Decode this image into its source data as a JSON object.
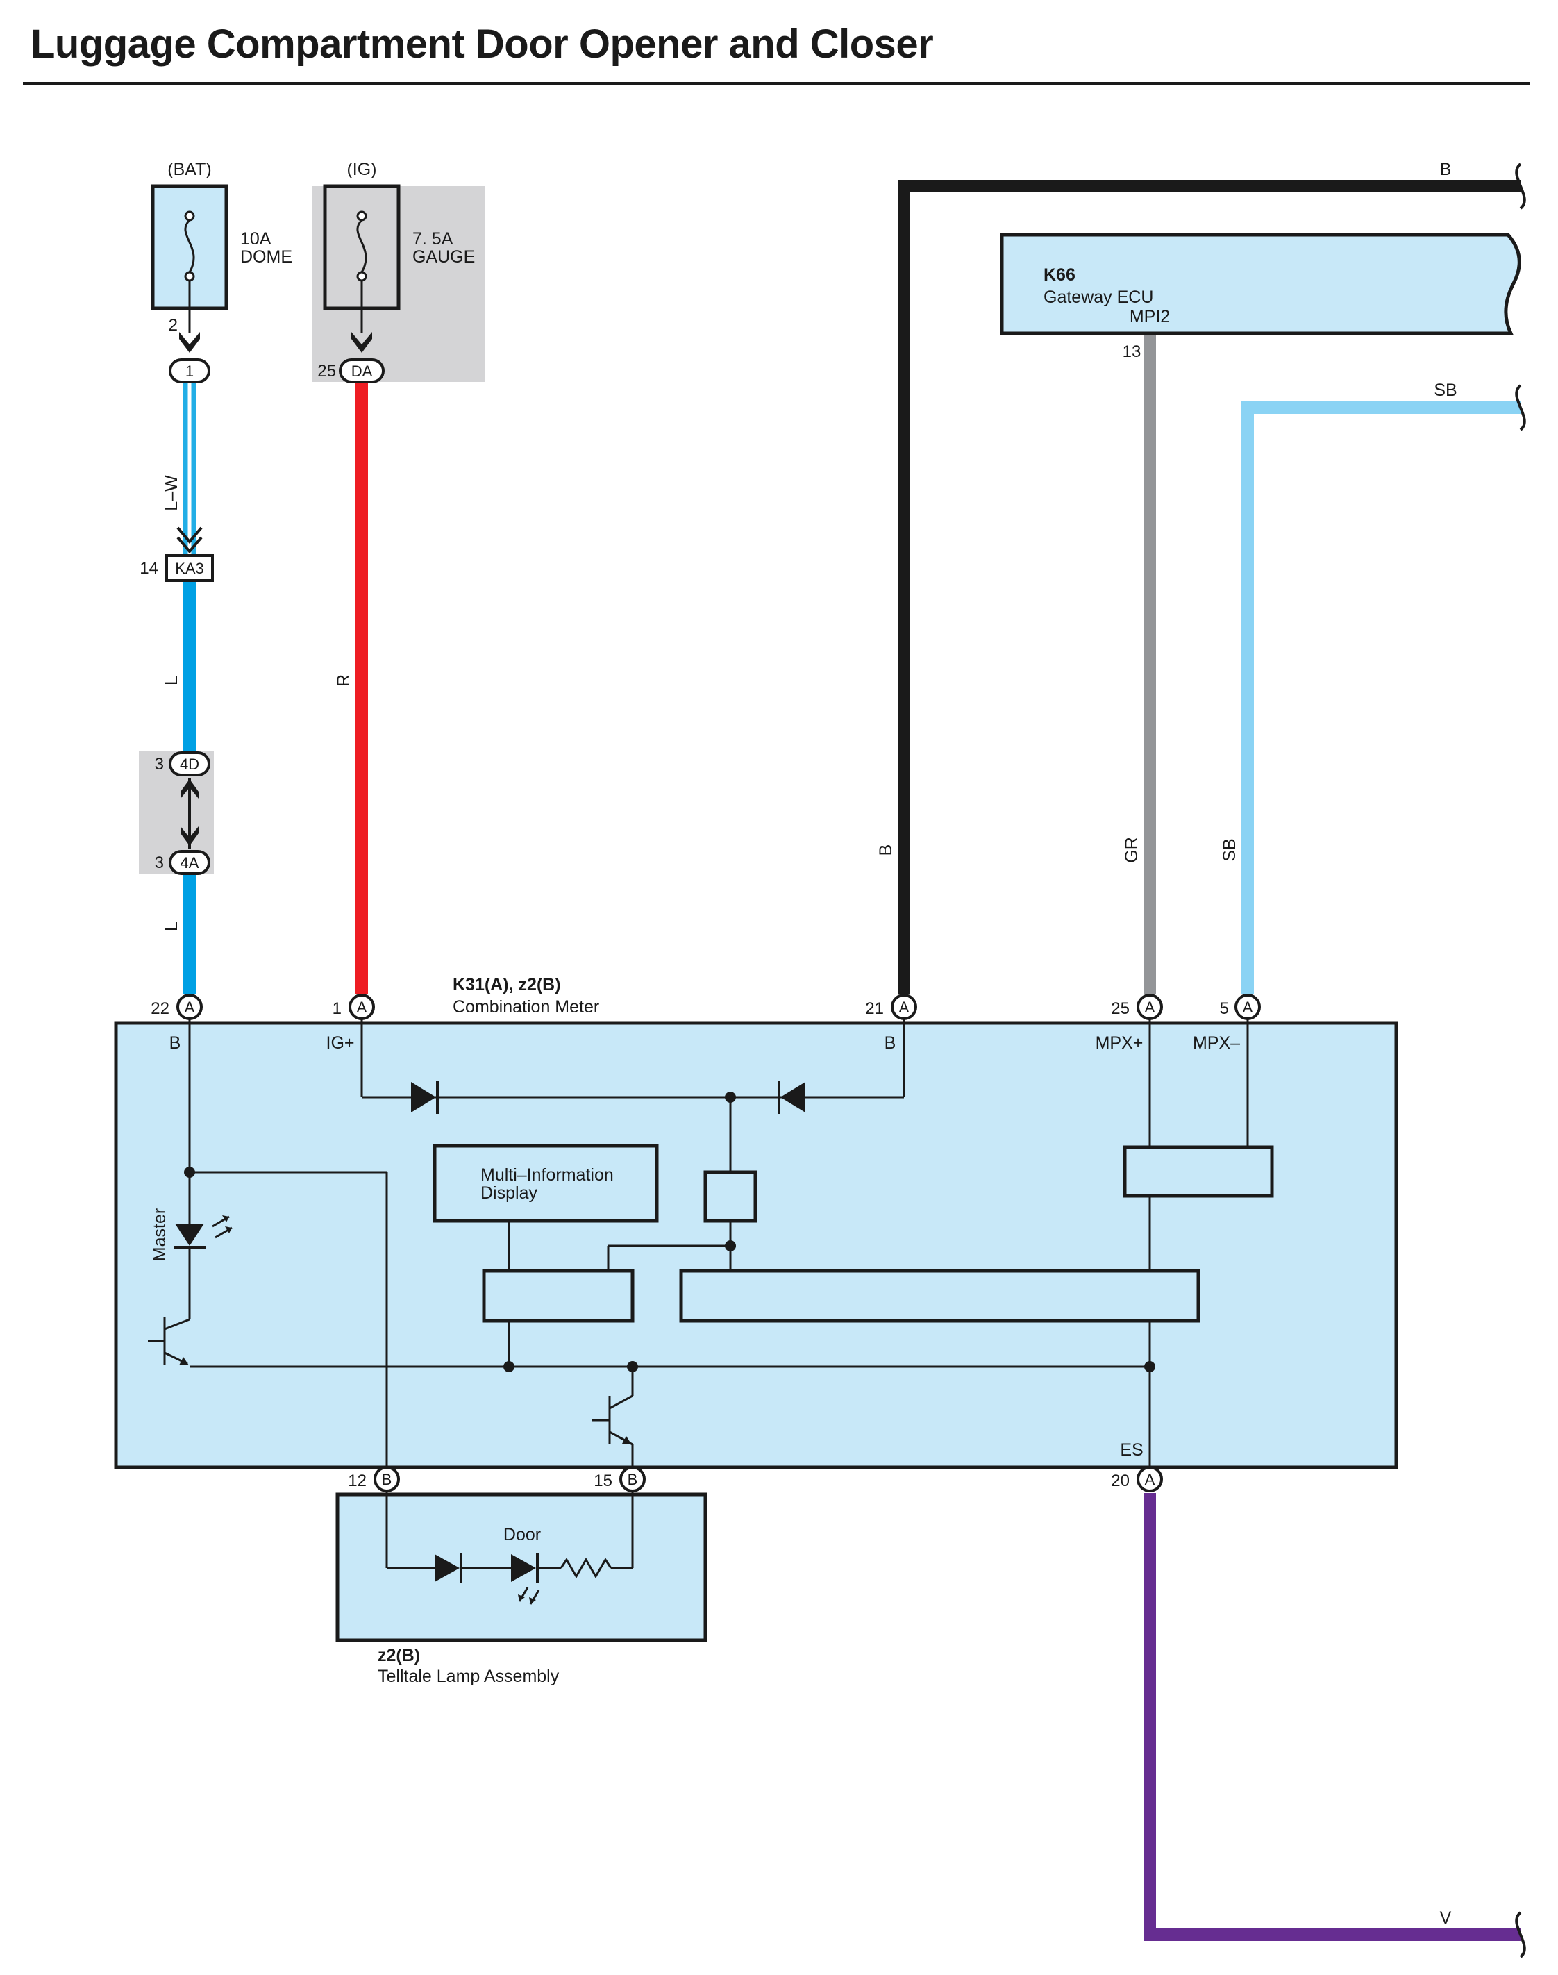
{
  "title": "Luggage Compartment Door Opener and Closer",
  "power_sources": [
    {
      "name": "(BAT)",
      "fuse_amp": "10A",
      "fuse_name": "DOME",
      "pin": "2"
    },
    {
      "name": "(IG)",
      "fuse_amp": "7. 5A",
      "fuse_name": "GAUGE"
    }
  ],
  "connectors": {
    "c1": {
      "code": "1"
    },
    "da": {
      "code": "DA",
      "pin": "25"
    },
    "ka3": {
      "code": "KA3",
      "pin": "14"
    },
    "c4d": {
      "code": "4D",
      "pin": "3"
    },
    "c4a": {
      "code": "4A",
      "pin": "3"
    }
  },
  "wires": {
    "lw": {
      "label": "L–W",
      "color": "#22aee6"
    },
    "l_upper": {
      "label": "L",
      "color": "#00a0e4"
    },
    "l_lower": {
      "label": "L",
      "color": "#00a0e4"
    },
    "r": {
      "label": "R",
      "color": "#ee1d23"
    },
    "b": {
      "label": "B",
      "color": "#1a1a1a",
      "end_label": "B"
    },
    "gr": {
      "label": "GR",
      "color": "#939598"
    },
    "sb": {
      "label": "SB",
      "color": "#8ad3f4",
      "end_label": "SB"
    },
    "v": {
      "label": "V",
      "color": "#662d91"
    }
  },
  "gateway_ecu": {
    "code": "K66",
    "name": "Gateway ECU",
    "terminal": "MPI2",
    "pin": "13"
  },
  "combination_meter": {
    "code": "K31(A), z2(B)",
    "name": "Combination Meter",
    "pins": {
      "p22": {
        "pin": "22",
        "conn": "A",
        "terminal": "B"
      },
      "p1": {
        "pin": "1",
        "conn": "A",
        "terminal": "IG+"
      },
      "p21": {
        "pin": "21",
        "conn": "A",
        "terminal": "B"
      },
      "p25": {
        "pin": "25",
        "conn": "A",
        "terminal": "MPX+"
      },
      "p5": {
        "pin": "5",
        "conn": "A",
        "terminal": "MPX–"
      },
      "p12": {
        "pin": "12",
        "conn": "B"
      },
      "p15": {
        "pin": "15",
        "conn": "B"
      },
      "p20": {
        "pin": "20",
        "conn": "A",
        "terminal": "ES"
      }
    },
    "internal": {
      "mid_label": "Multi–Information",
      "mid_label2": "Display",
      "master_label": "Master"
    }
  },
  "telltale": {
    "code": "z2(B)",
    "name": "Telltale Lamp Assembly",
    "door_label": "Door"
  },
  "colors": {
    "box_fill": "#c8e8f8",
    "splice_fill": "#d4d4d6",
    "line": "#1a1a1a"
  }
}
